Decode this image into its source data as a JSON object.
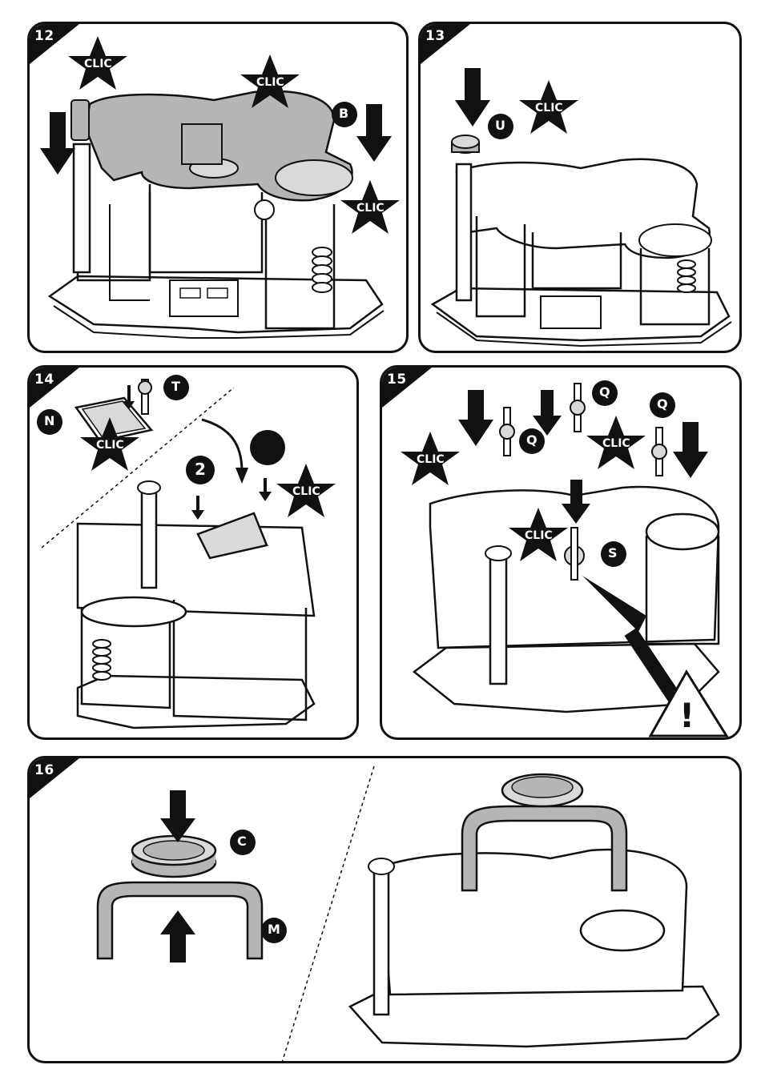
{
  "panels": [
    {
      "step": "12",
      "clic": "CLIC",
      "part": "B"
    },
    {
      "step": "13",
      "clic": "CLIC",
      "part": "U"
    },
    {
      "step": "14",
      "clic": "CLIC",
      "parts": [
        "N",
        "T"
      ],
      "substep": "2"
    },
    {
      "step": "15",
      "clic": "CLIC",
      "parts": [
        "Q",
        "Q",
        "S"
      ],
      "warning": "!"
    },
    {
      "step": "16",
      "parts": [
        "C",
        "M"
      ]
    }
  ],
  "colors": {
    "ink": "#111111",
    "gray": "#b5b5b5",
    "light_gray": "#d9d9d9",
    "paper": "#ffffff"
  }
}
